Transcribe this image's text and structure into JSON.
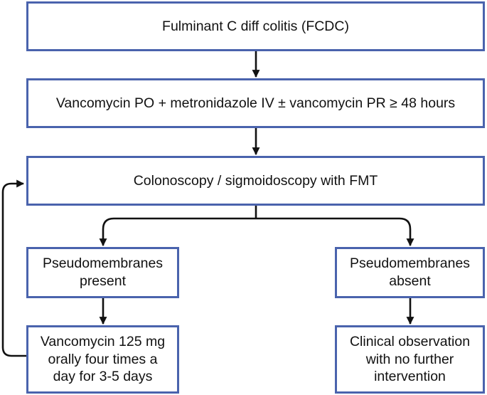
{
  "nodes": {
    "fcdc": "Fulminant C diff colitis (FCDC)",
    "initial_therapy": "Vancomycin PO + metronidazole IV ± vancomycin PR ≥ 48 hours",
    "endoscopy": "Colonoscopy / sigmoidoscopy with FMT",
    "present_line1": "Pseudomembranes",
    "present_line2": "present",
    "absent_line1": "Pseudomembranes",
    "absent_line2": "absent",
    "vanco_line1": "Vancomycin 125 mg",
    "vanco_line2": "orally four times a",
    "vanco_line3": "day for 3-5 days",
    "obs_line1": "Clinical observation",
    "obs_line2": "with no further",
    "obs_line3": "intervention"
  }
}
